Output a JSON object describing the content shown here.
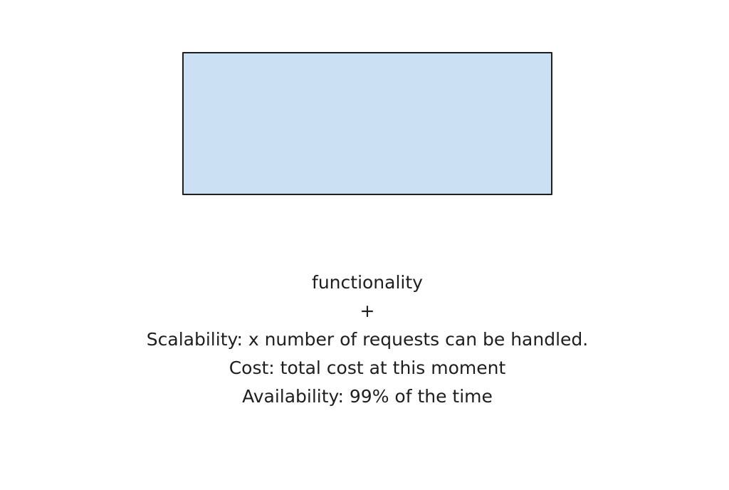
{
  "diagram": {
    "box_fill": "#cce0f3",
    "box_stroke": "#1e1e1e",
    "lines": [
      "functionality",
      "+",
      "Scalability: x number of requests can be handled.",
      "Cost: total cost at this moment",
      "Availability: 99% of the time"
    ]
  }
}
